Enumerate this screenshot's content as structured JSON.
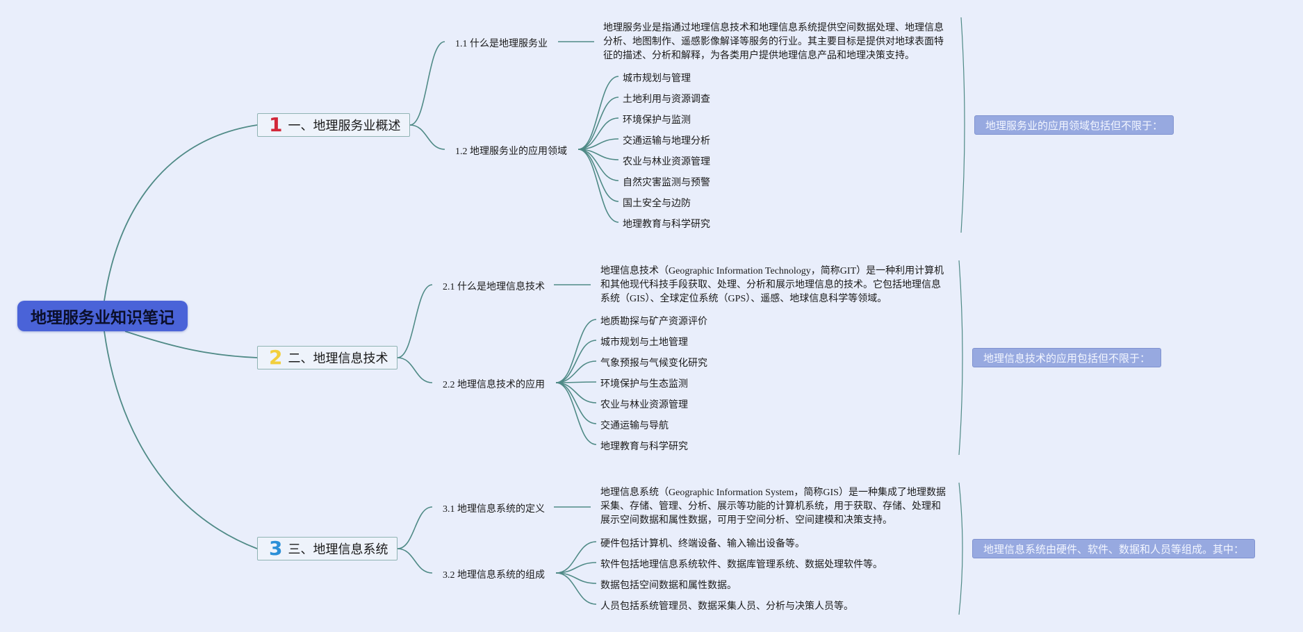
{
  "root": {
    "title": "地理服务业知识笔记"
  },
  "colors": {
    "root": "#4a63d8",
    "connector": "#4f8a86",
    "num1": "#d2283a",
    "num2": "#f2cf3c",
    "num3": "#2a8fd8",
    "summary": "#97a9e0"
  },
  "topics": [
    {
      "num": "1",
      "label": "一、地理服务业概述",
      "subs": [
        {
          "label": "1.1 什么是地理服务业",
          "desc": "地理服务业是指通过地理信息技术和地理信息系统提供空间数据处理、地理信息分析、地图制作、遥感影像解译等服务的行业。其主要目标是提供对地球表面特征的描述、分析和解释，为各类用户提供地理信息产品和地理决策支持。"
        },
        {
          "label": "1.2 地理服务业的应用领域",
          "items": [
            "城市规划与管理",
            "土地利用与资源调查",
            "环境保护与监测",
            "交通运输与地理分析",
            "农业与林业资源管理",
            "自然灾害监测与预警",
            "国土安全与边防",
            "地理教育与科学研究"
          ]
        }
      ],
      "summary": "地理服务业的应用领域包括但不限于："
    },
    {
      "num": "2",
      "label": "二、地理信息技术",
      "subs": [
        {
          "label": "2.1 什么是地理信息技术",
          "desc": "地理信息技术（Geographic Information Technology，简称GIT）是一种利用计算机和其他现代科技手段获取、处理、分析和展示地理信息的技术。它包括地理信息系统（GIS）、全球定位系统（GPS）、遥感、地球信息科学等领域。"
        },
        {
          "label": "2.2 地理信息技术的应用",
          "items": [
            "地质勘探与矿产资源评价",
            "城市规划与土地管理",
            "气象预报与气候变化研究",
            "环境保护与生态监测",
            "农业与林业资源管理",
            "交通运输与导航",
            "地理教育与科学研究"
          ]
        }
      ],
      "summary": "地理信息技术的应用包括但不限于："
    },
    {
      "num": "3",
      "label": "三、地理信息系统",
      "subs": [
        {
          "label": "3.1 地理信息系统的定义",
          "desc": "地理信息系统（Geographic Information System，简称GIS）是一种集成了地理数据采集、存储、管理、分析、展示等功能的计算机系统，用于获取、存储、处理和展示空间数据和属性数据，可用于空间分析、空间建模和决策支持。"
        },
        {
          "label": "3.2 地理信息系统的组成",
          "items": [
            "硬件包括计算机、终端设备、输入输出设备等。",
            "软件包括地理信息系统软件、数据库管理系统、数据处理软件等。",
            "数据包括空间数据和属性数据。",
            "人员包括系统管理员、数据采集人员、分析与决策人员等。"
          ]
        }
      ],
      "summary": "地理信息系统由硬件、软件、数据和人员等组成。其中："
    }
  ]
}
